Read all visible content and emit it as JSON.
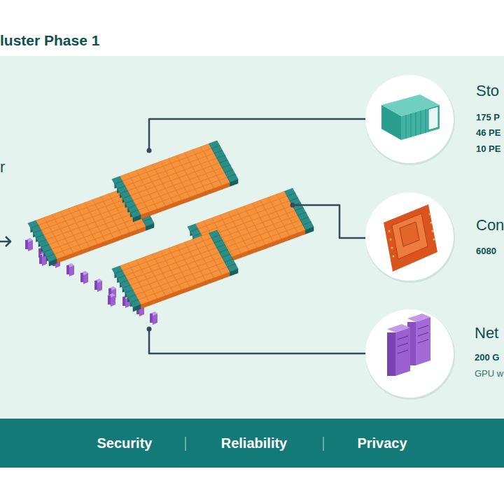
{
  "diagram": {
    "title": "luster Phase 1",
    "nodes": [
      {
        "text": [
          "Sto",
          "175 P",
          "46 PE",
          "10 PE"
        ]
      },
      {
        "text": [
          "Con",
          "6080"
        ]
      },
      {
        "text": [
          "Net",
          "200 G",
          "GPU w"
        ]
      },
      {
        "text": [
          "Security",
          "Reliability",
          "Privacy"
        ]
      }
    ],
    "labels": [
      "r"
    ]
  }
}
